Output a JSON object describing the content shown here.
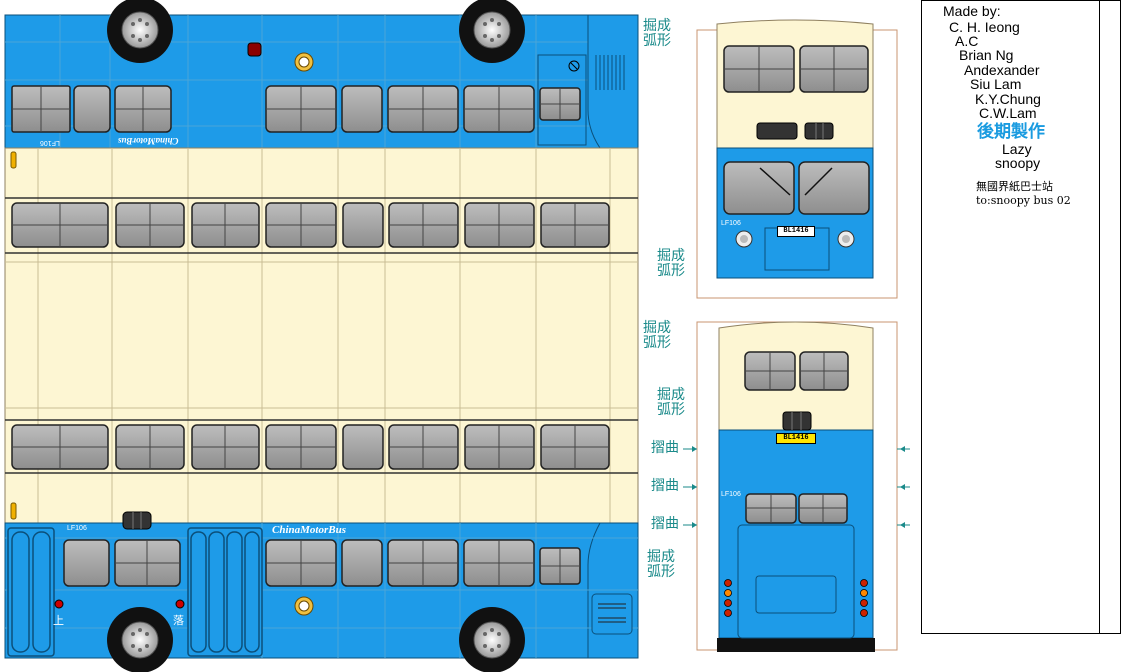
{
  "credits": {
    "heading": "Made by:",
    "names": [
      "C. H. Ieong",
      "A.C",
      "Brian Ng",
      "Andexander",
      "Siu Lam",
      "K.Y.Chung",
      "C.W.Lam"
    ],
    "post_production_title": "後期製作",
    "post_production_names": [
      "Lazy",
      "snoopy"
    ],
    "source_line": "無國界紙巴士站",
    "to_line": "to:snoopy bus 02"
  },
  "instructions": {
    "curve": "掘成弧形",
    "fold": "摺曲"
  },
  "bus": {
    "fleet_no": "LF106",
    "plate": "BL1416",
    "brand": "ChinaMotorBus",
    "door_up": "上",
    "door_down": "落"
  },
  "colors": {
    "body_blue": "#1e9be8",
    "roof_cream": "#fdf6d3",
    "window_gray": "#a8a8a8",
    "instruction_teal": "#1a8a8a",
    "credit_accent": "#1a9be0"
  }
}
